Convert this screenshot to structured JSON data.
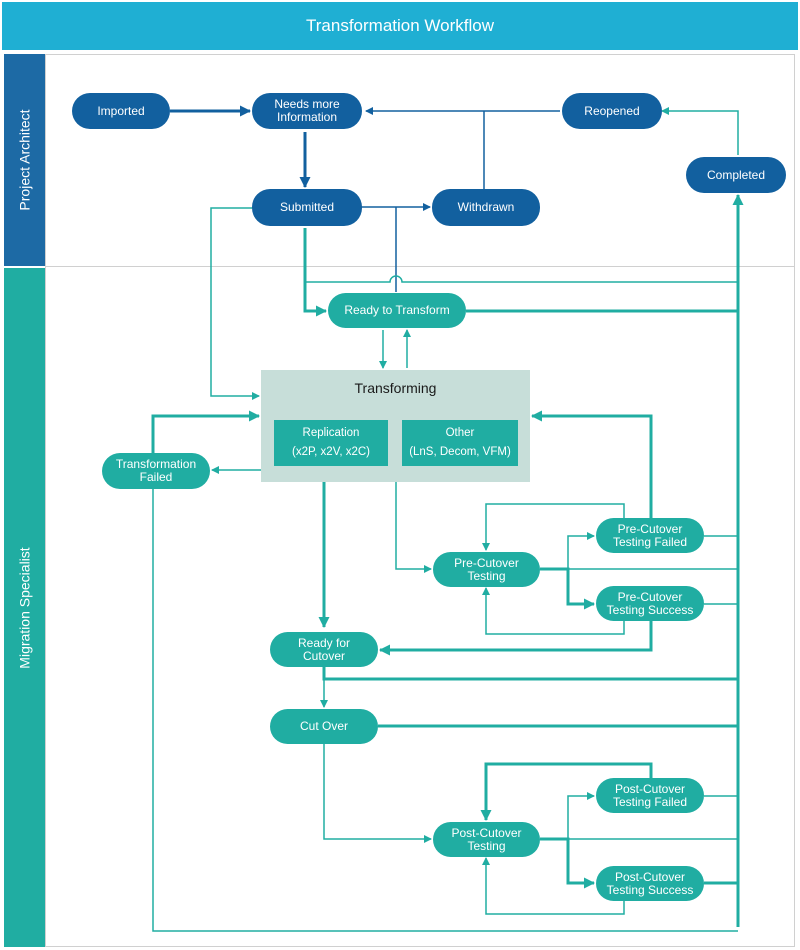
{
  "title": "Transformation Workflow",
  "lanes": {
    "project_architect": "Project Architect",
    "migration_specialist": "Migration Specialist"
  },
  "colors": {
    "header": "#1fafd3",
    "pa_lane": "#1d6aa5",
    "pa_node": "#12609f",
    "ms_node": "#20ada2",
    "transforming_bg": "#c7ded9"
  },
  "nodes": {
    "imported": "Imported",
    "needs_more_info": "Needs more\nInformation",
    "reopened": "Reopened",
    "completed": "Completed",
    "submitted": "Submitted",
    "withdrawn": "Withdrawn",
    "ready_to_transform": "Ready to Transform",
    "transforming": {
      "title": "Transforming",
      "replication": "Replication\n(x2P, x2V, x2C)",
      "other": "Other\n(LnS, Decom, VFM)"
    },
    "transformation_failed": "Transformation\nFailed",
    "pre_cutover_testing": "Pre-Cutover\nTesting",
    "pre_cutover_failed": "Pre-Cutover\nTesting Failed",
    "pre_cutover_success": "Pre-Cutover\nTesting Success",
    "ready_for_cutover": "Ready for\nCutover",
    "cut_over": "Cut Over",
    "post_cutover_testing": "Post-Cutover\nTesting",
    "post_cutover_failed": "Post-Cutover\nTesting Failed",
    "post_cutover_success": "Post-Cutover\nTesting Success"
  }
}
